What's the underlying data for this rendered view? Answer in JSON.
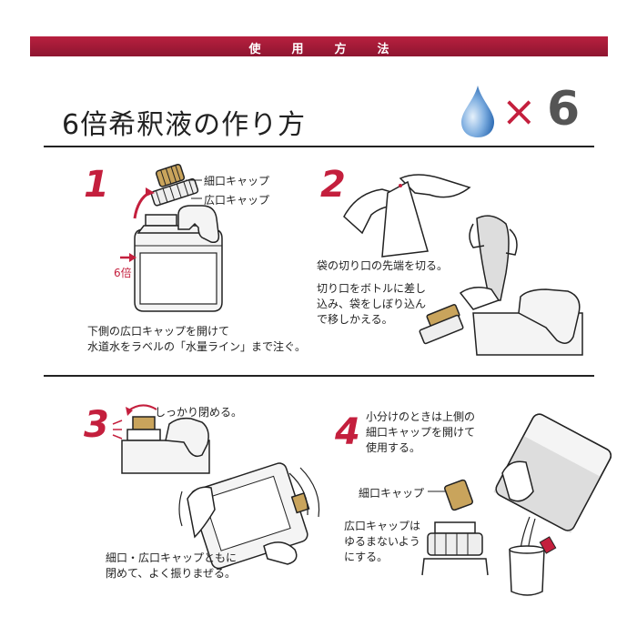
{
  "banner": {
    "text": "使用方法"
  },
  "title": "6倍希釈液の作り方",
  "multiplier": {
    "symbol": "×",
    "value": "6"
  },
  "steps": [
    {
      "number": "1",
      "labels": {
        "narrow_cap": "細口キャップ",
        "wide_cap": "広口キャップ",
        "level": "6倍"
      },
      "lines": [
        "下側の広口キャップを開けて",
        "水道水をラベルの「水量ライン」まで注ぐ。"
      ]
    },
    {
      "number": "2",
      "lines": [
        "袋の切り口の先端を切る。",
        "切り口をボトルに差し",
        "込み、袋をしぼり込ん",
        "で移しかえる。"
      ]
    },
    {
      "number": "3",
      "labels": {
        "close": "しっかり閉める。"
      },
      "lines": [
        "細口・広口キャップともに",
        "閉めて、よく振りまぜる。"
      ]
    },
    {
      "number": "4",
      "lines": [
        "小分けのときは上側の",
        "細口キャップを開けて",
        "使用する。"
      ],
      "labels": {
        "narrow_cap": "細口キャップ",
        "wide_cap_note": [
          "広口キャップは",
          "ゆるまないよう",
          "にする。"
        ]
      }
    }
  ],
  "colors": {
    "accent": "#c41f3d",
    "banner": "#a01a36",
    "drop": "#4a86c8"
  }
}
